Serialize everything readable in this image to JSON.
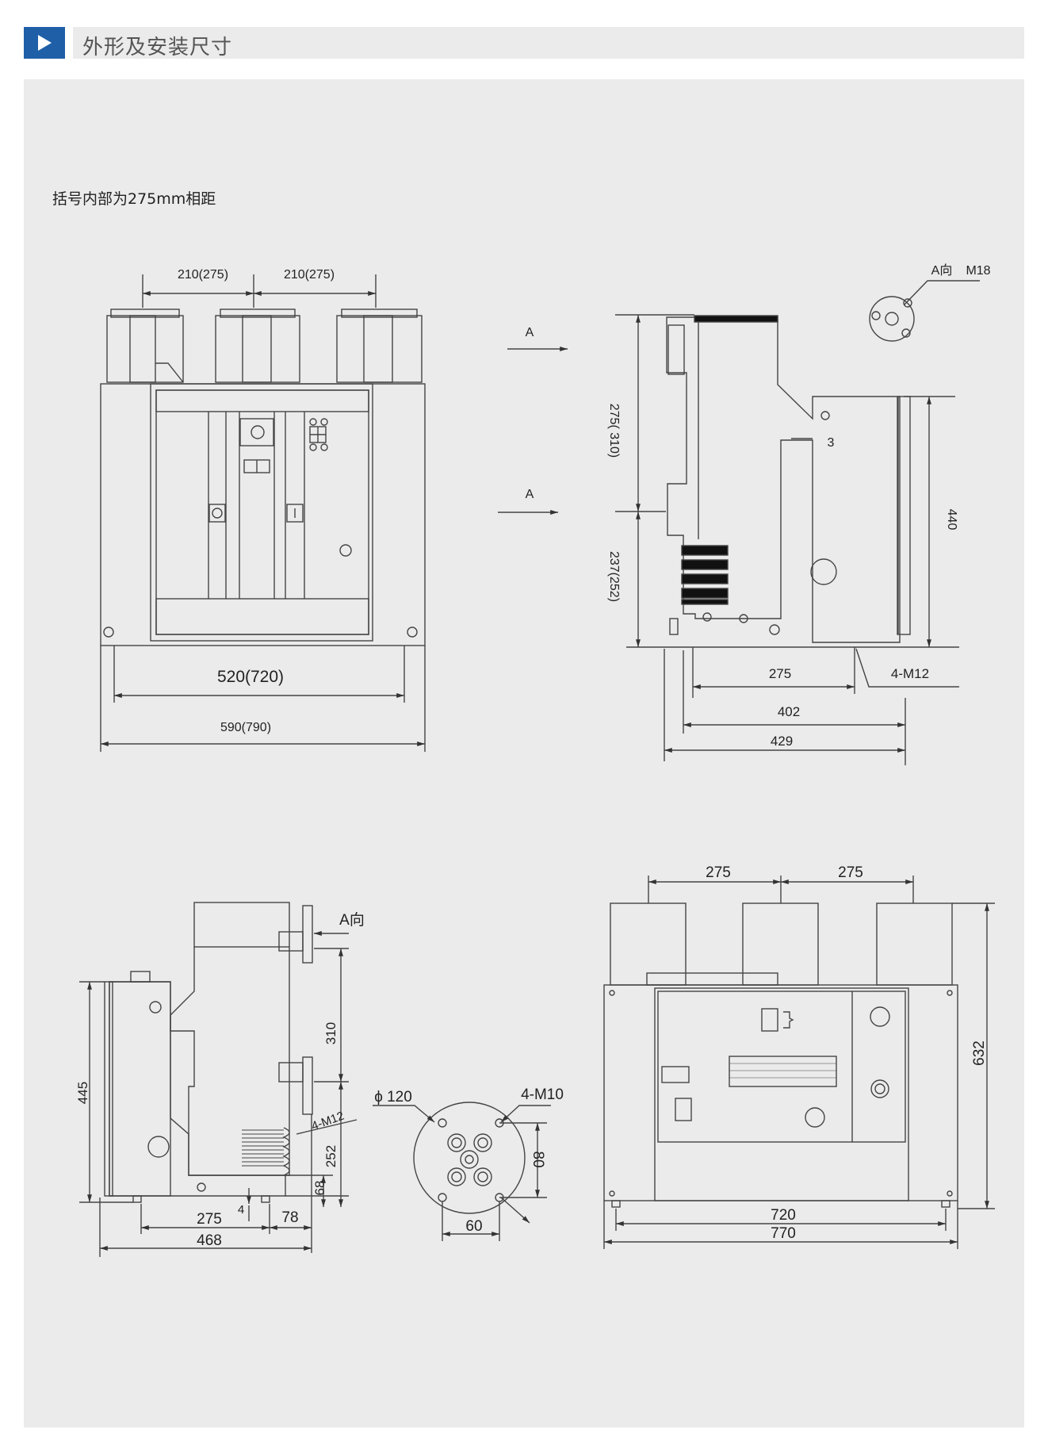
{
  "header": {
    "title": "外形及安装尺寸"
  },
  "note": "括号内部为275mm相距",
  "colors": {
    "accent": "#1e5fa8",
    "panel_bg": "#ebebeb",
    "line": "#333333"
  },
  "front_view": {
    "dim_spacing_left": "210(275)",
    "dim_spacing_right": "210(275)",
    "dim_mount_width": "520(720)",
    "dim_overall_width": "590(790)"
  },
  "side_view": {
    "view_label_top": "A",
    "view_label_bottom": "A",
    "dim_upper_height": "275( 310)",
    "dim_lower_height": "237(252)",
    "dim_height": "440",
    "callout_number": "3",
    "dim_bottom_275": "275",
    "dim_bolts": "4-M12",
    "dim_402": "402",
    "dim_429": "429"
  },
  "view_a_detail": {
    "label": "A向",
    "thread": "M18"
  },
  "side_view_2": {
    "view_label": "A向",
    "dim_310": "310",
    "dim_252": "252",
    "dim_68": "68",
    "dim_445": "445",
    "dim_4": "4",
    "dim_275": "275",
    "dim_78": "78",
    "dim_468": "468",
    "bolts": "4-M12"
  },
  "flange_detail": {
    "diameter": "ϕ 120",
    "bolts": "4-M10",
    "dim_80": "80",
    "dim_60": "60"
  },
  "front_view_2": {
    "dim_spacing_left": "275",
    "dim_spacing_right": "275",
    "dim_height": "632",
    "dim_mount_width": "720",
    "dim_overall_width": "770"
  }
}
